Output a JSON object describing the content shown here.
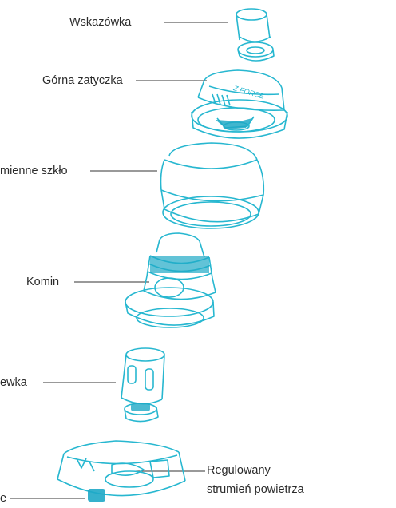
{
  "diagram": {
    "parts": [
      {
        "id": "drip-tip",
        "label": "Wskazówka"
      },
      {
        "id": "top-cap",
        "label": "Górna zatyczka",
        "engraving": "Z FORCE"
      },
      {
        "id": "glass",
        "label": "mienne szkło"
      },
      {
        "id": "chimney",
        "label": "Komin"
      },
      {
        "id": "coil",
        "label": "ewka"
      },
      {
        "id": "airflow",
        "label_line1": "Regulowany",
        "label_line2": "strumień powietrza"
      },
      {
        "id": "base",
        "label": "e"
      }
    ],
    "colors": {
      "line": "#27b7d0",
      "accent": "#1fa9c6",
      "leader": "#333333",
      "text": "#2b2b2b"
    }
  }
}
